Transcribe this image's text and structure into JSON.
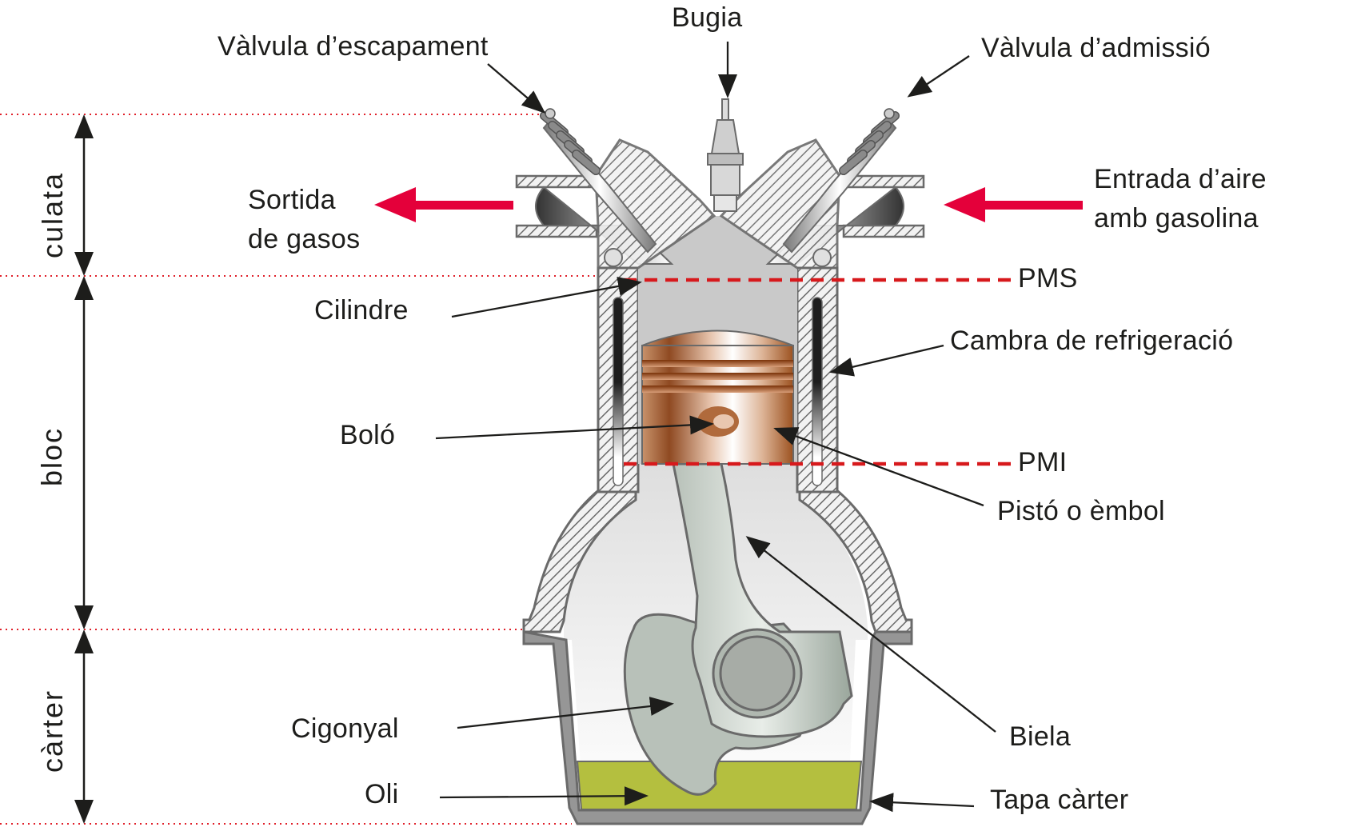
{
  "title": "Motor de combustió interna – parts",
  "colors": {
    "accent_red": "#e4003a",
    "dashed_red": "#d7191c",
    "dotted_red": "#e0202a",
    "oil": "#b4bf3f",
    "metal_outline": "#6a6a6a",
    "hatch_fill": "#efefef",
    "chamber": "#c9c9c9",
    "piston_dark": "#8a4418",
    "piston_light": "#fbf4ee",
    "rod": "#b8c1b9",
    "coolant": "#1e1e1e",
    "text": "#1d1d1b"
  },
  "sections": [
    {
      "id": "culata",
      "label": "culata"
    },
    {
      "id": "bloc",
      "label": "bloc"
    },
    {
      "id": "carter",
      "label": "càrter"
    }
  ],
  "labels": {
    "bugia": "Bugia",
    "valvula_escapament": "Vàlvula d’escapament",
    "valvula_admissio": "Vàlvula d’admissió",
    "sortida_gasos": [
      "Sortida",
      "de gasos"
    ],
    "entrada_aire": [
      "Entrada d’aire",
      "amb gasolina"
    ],
    "pms": "PMS",
    "pmi": "PMI",
    "cilindre": "Cilindre",
    "cambra_refrigeracio": "Cambra de refrigeració",
    "bolo": "Boló",
    "piston": "Pistó o èmbol",
    "biela": "Biela",
    "cigonyal": "Cigonyal",
    "oli": "Oli",
    "tapa_carter": "Tapa càrter"
  },
  "flow_arrows": [
    {
      "id": "exhaust",
      "direction": "left"
    },
    {
      "id": "intake",
      "direction": "left"
    }
  ]
}
